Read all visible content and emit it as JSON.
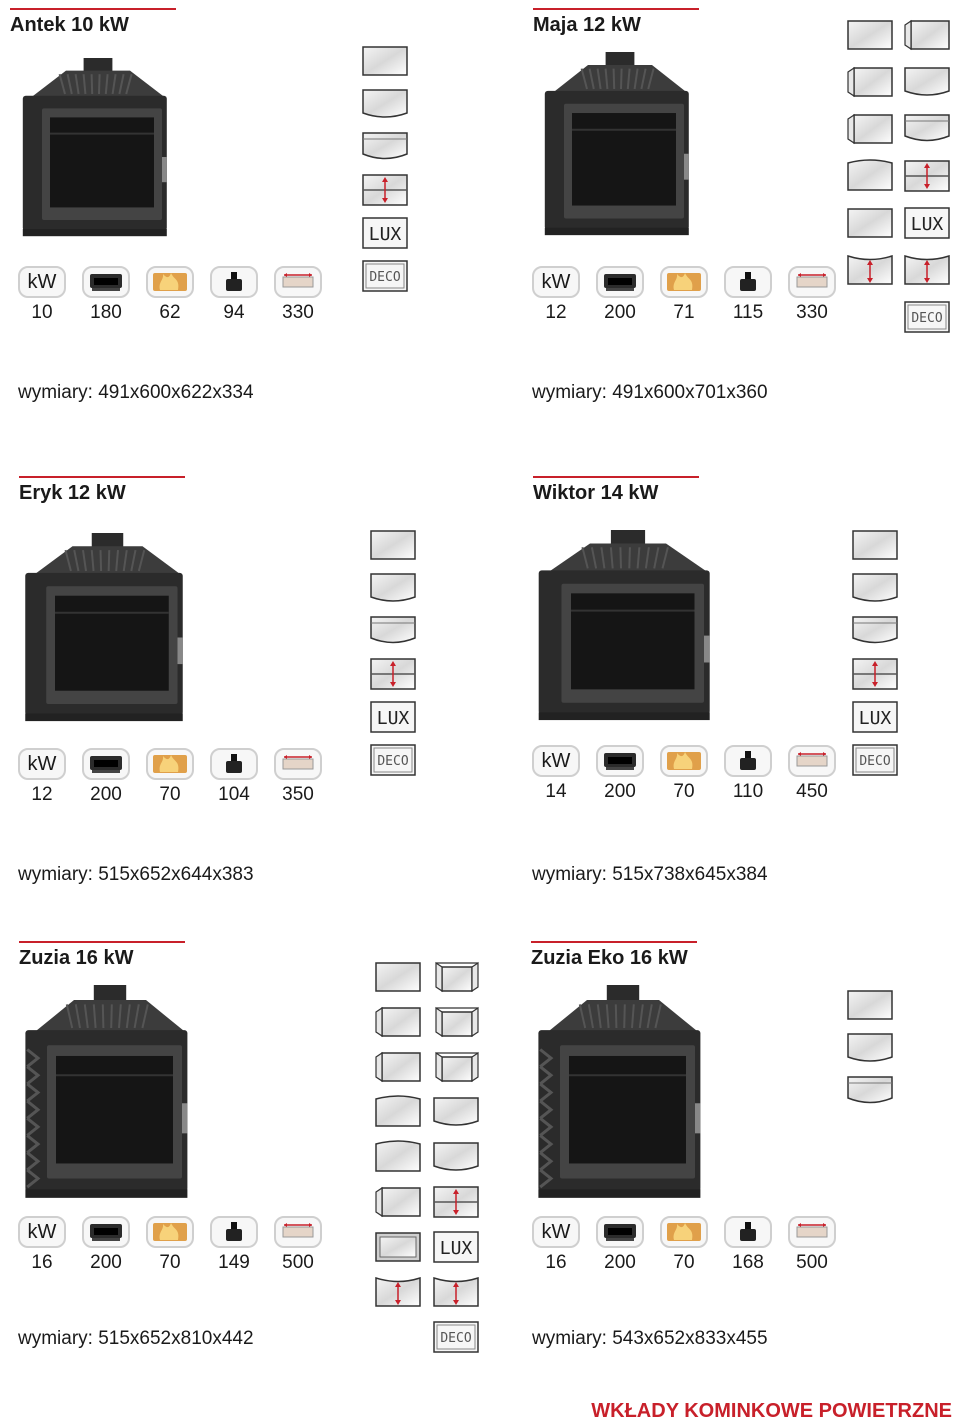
{
  "icon_names": [
    "kw-label",
    "grate-icon",
    "flame-icon",
    "damper-icon",
    "heating-area-icon"
  ],
  "products": [
    {
      "name": "Antek 10 kW",
      "values": [
        "kW",
        "10",
        "180",
        "62",
        "94",
        "330"
      ],
      "dims": "wymiary: 491x600x622x334",
      "options": [
        "flat-glass",
        "curved-glass",
        "bay-glass",
        "lift-door",
        "lux",
        "deco"
      ]
    },
    {
      "name": "Maja 12 kW",
      "values": [
        "kW",
        "12",
        "200",
        "71",
        "115",
        "330"
      ],
      "dims": "wymiary: 491x600x701x360",
      "options": [
        "flat-glass",
        "corner-glass-right",
        "corner-glass-left",
        "curved-glass",
        "corner-glass-left-2",
        "bay-glass",
        "curved-left",
        "lift-door",
        "flat-glass-2",
        "lux",
        "bay-lift-door",
        "curved-lift-door",
        "deco"
      ]
    },
    {
      "name": "Eryk 12 kW",
      "values": [
        "kW",
        "12",
        "200",
        "70",
        "104",
        "350"
      ],
      "dims": "wymiary: 515x652x644x383",
      "options": [
        "flat-glass",
        "curved-glass",
        "bay-glass",
        "lift-door",
        "lux",
        "deco"
      ]
    },
    {
      "name": "Wiktor 14 kW",
      "values": [
        "kW",
        "14",
        "200",
        "70",
        "110",
        "450"
      ],
      "dims": "wymiary: 515x738x645x384",
      "options": [
        "flat-glass",
        "curved-glass",
        "bay-glass",
        "lift-door",
        "lux",
        "deco"
      ]
    },
    {
      "name": "Zuzia 16 kW",
      "values": [
        "kW",
        "16",
        "200",
        "70",
        "149",
        "500"
      ],
      "dims": "wymiary: 515x652x810x442",
      "options": [
        "flat-glass",
        "three-sided-glass",
        "corner-glass-left",
        "three-sided-glass-2",
        "corner-glass-left-2",
        "three-sided-glass-3",
        "curved-left",
        "curved-glass",
        "curved-left-2",
        "curved-glass-2",
        "corner-glass-left-3",
        "lift-door",
        "tunnel-glass",
        "lux",
        "bay-lift-door",
        "curved-lift-door",
        "deco"
      ]
    },
    {
      "name": "Zuzia Eko 16 kW",
      "values": [
        "kW",
        "16",
        "200",
        "70",
        "168",
        "500"
      ],
      "dims": "wymiary: 543x652x833x455",
      "options": [
        "flat-glass",
        "curved-glass",
        "bay-glass"
      ]
    }
  ],
  "footer": "WKŁADY KOMINKOWE POWIETRZNE",
  "colors": {
    "accent": "#c8202a",
    "text": "#1a1a1a",
    "stove": "#2b2b2b"
  }
}
